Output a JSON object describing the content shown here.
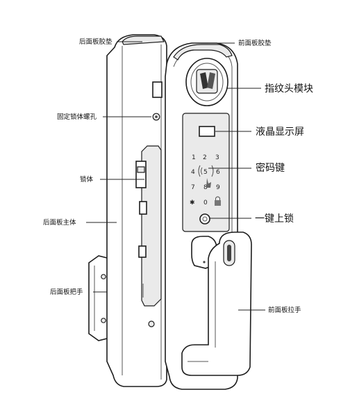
{
  "labels": {
    "rear_panel_gasket": "后面板胶垫",
    "front_panel_gasket": "前面板胶垫",
    "fingerprint_head": "指纹头模块",
    "mounting_screw_hole": "固定锁体螺孔",
    "lcd_display": "液晶显示屏",
    "keypad": "密码键",
    "lock_body": "锁体",
    "one_key_lock": "一键上锁",
    "rear_panel_body": "后面板主体",
    "rear_panel_handle": "后面板把手",
    "front_panel_handle": "前面板拉手"
  },
  "keypad_keys": [
    "1",
    "2",
    "3",
    "4",
    "5",
    "6",
    "7",
    "8",
    "9",
    "0"
  ],
  "colors": {
    "outline": "#1c1c1c",
    "shade": "#eaeaea",
    "text": "#111111"
  }
}
